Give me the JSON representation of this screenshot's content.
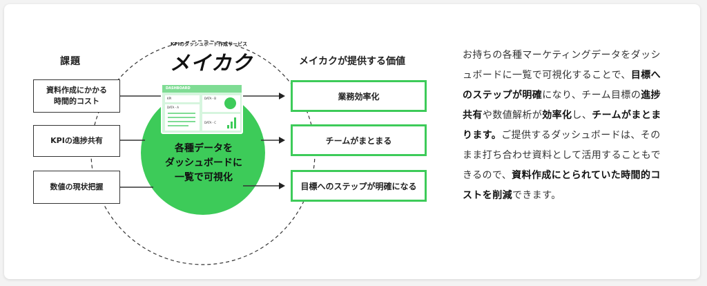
{
  "brand": {
    "tagline": "KPIのダッシュボード作成サービス",
    "name": "メイカク"
  },
  "left_heading": "課題",
  "right_heading": "メイカクが提供する価値",
  "issues": [
    {
      "line1": "資料作成にかかる",
      "line2": "時間的コスト"
    },
    {
      "line1": "KPIの進捗共有",
      "line2": ""
    },
    {
      "line1": "数値の現状把握",
      "line2": ""
    }
  ],
  "center": {
    "line1": "各種データを",
    "line2": "ダッシュボードに",
    "line3": "一覧で可視化"
  },
  "dashboard": {
    "title": "DASHBOARD",
    "kpi": "KPI",
    "data_a": "DATA - A",
    "data_b": "DATA - B",
    "data_c": "DATA - C"
  },
  "values": [
    "業務効率化",
    "チームがまとまる",
    "目標へのステップが明確になる"
  ],
  "description": {
    "t1": "お持ちの各種マーケティングデータをダッシュボードに一覧で可視化することで、",
    "b1": "目標へのステップが明確",
    "t2": "になり、チーム目標の",
    "b2": "進捗共有",
    "t3": "や数値解析が",
    "b3": "効率化",
    "t4": "し、",
    "b4": "チームがまとまります。",
    "t5": "ご提供するダッシュボードは、そのまま打ち合わせ資料として活用することもできるので、",
    "b5": "資料作成にとられていた時間的コストを削減",
    "t6": "できます。"
  },
  "colors": {
    "accent": "#3dcb59",
    "accent_light": "#d6f5de",
    "text": "#222222"
  }
}
